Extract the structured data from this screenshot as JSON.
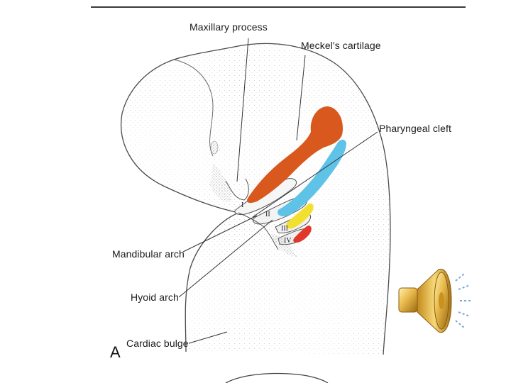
{
  "figure": {
    "panel_letter": "A",
    "labels": {
      "maxillary_process": "Maxillary process",
      "meckels_cartilage": "Meckel's cartilage",
      "pharyngeal_cleft": "Pharyngeal cleft",
      "mandibular_arch": "Mandibular arch",
      "hyoid_arch": "Hyoid arch",
      "cardiac_bulge": "Cardiac bulge"
    },
    "arch_numerals": [
      "I",
      "II",
      "III",
      "IV"
    ],
    "colors": {
      "first_arch_cartilage": "#d9581e",
      "second_arch_cartilage": "#5fc3e8",
      "third_arch_cartilage": "#f2e030",
      "fourth_arch_cartilage": "#e0382a"
    }
  },
  "controls": {
    "audio_icon": "speaker-icon"
  }
}
